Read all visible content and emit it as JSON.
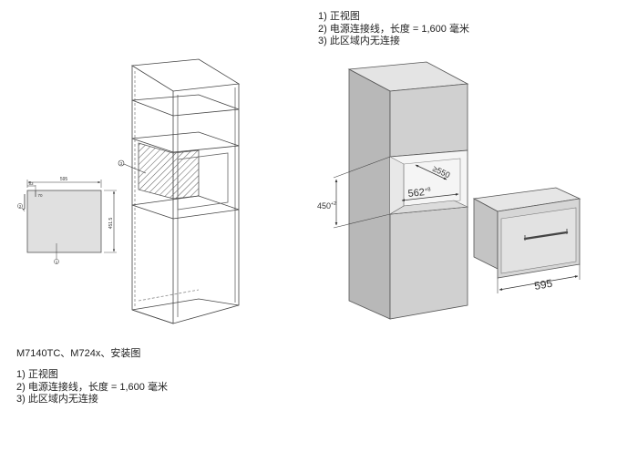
{
  "legend": [
    "1) 正视图",
    "2) 电源连接线，长度 = 1,600 毫米",
    "3) 此区域内无连接"
  ],
  "caption": "M7140TC、M724x、安装图",
  "front_view": {
    "width": "595",
    "top_offset": "53",
    "top_gap": "70",
    "height": "451.5",
    "marker_1": "1",
    "marker_2": "2"
  },
  "cabinet_left": {
    "marker_3": "3"
  },
  "cabinet_right": {
    "niche_depth": "≥550",
    "niche_width": "562",
    "niche_width_tol": "+8",
    "niche_height": "450",
    "niche_height_tol": "+2"
  },
  "appliance": {
    "width": "595"
  }
}
